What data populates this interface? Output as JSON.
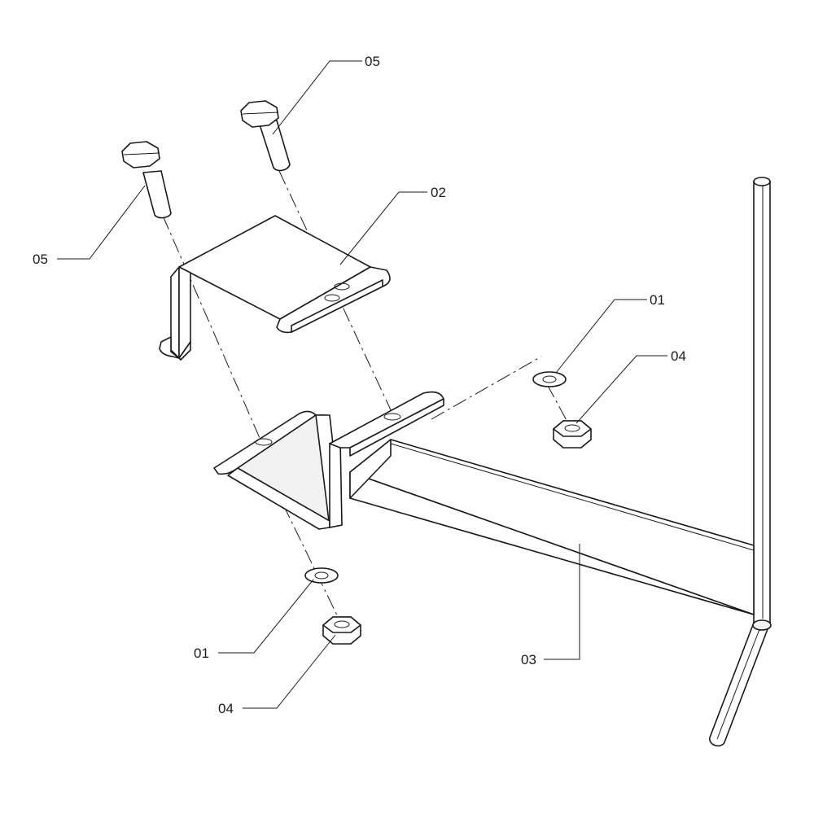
{
  "callouts": {
    "washer_right": "01",
    "washer_bottom": "01",
    "top_bracket": "02",
    "arm": "03",
    "nut_right": "04",
    "nut_bottom": "04",
    "bolt_top": "05",
    "bolt_left": "05"
  }
}
